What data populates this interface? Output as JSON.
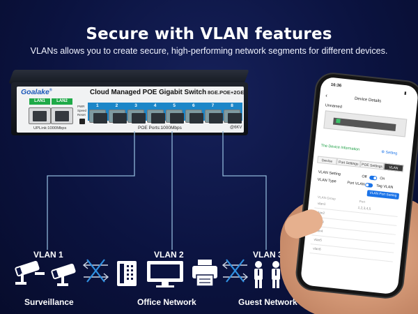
{
  "header": {
    "title": "Secure with VLAN features",
    "subtitle": "VLANs allows you to create secure, high-performing network segments for different devices."
  },
  "switch": {
    "brand": "Goalake",
    "brand_mark": "®",
    "model": "Cloud Managed POE Gigabit Switch",
    "model_code": "8GE.POE+2GE",
    "uplink_ports": [
      "LAN1",
      "LAN2"
    ],
    "uplink_label": "UPLink:1000Mbps",
    "poe_ports": [
      "1",
      "2",
      "3",
      "4",
      "5",
      "6",
      "7",
      "8"
    ],
    "poe_label": "POE Ports:1000Mbps",
    "poe_watt": "@6KV",
    "led_labels": [
      "PWR",
      "Speed",
      "Reset"
    ]
  },
  "vlans": [
    {
      "label": "VLAN 1",
      "group": "Surveillance",
      "icons": [
        "security-camera-icon",
        "security-camera-icon"
      ]
    },
    {
      "label": "VLAN 2",
      "group": "Office Network",
      "icons": [
        "desk-phone-icon",
        "computer-icon",
        "printer-icon"
      ]
    },
    {
      "label": "VLAN 3",
      "group": "Guest Network",
      "icons": [
        "person-icon",
        "person-icon"
      ]
    }
  ],
  "phone": {
    "time": "16:36",
    "page_title": "Device Details",
    "device_name": "Unnamed",
    "device_info_link": "The Device Information",
    "setting_link": "Setting",
    "tabs": [
      "Device",
      "Port Settings",
      "POE Settings",
      "VLAN"
    ],
    "active_tab": "VLAN",
    "vlan_setting_label": "VLAN Setting",
    "off_label": "Off",
    "on_label": "On",
    "vlan_type_label": "VLAN Type",
    "port_vlan_label": "Port VLAN",
    "tag_vlan_label": "Tag VLAN",
    "port_setting_button": "VLAN Port Setting",
    "table_headers": [
      "VLAN Group",
      "Port"
    ],
    "rows": [
      {
        "group": "vlan1",
        "port": "1,2,3,4,5"
      },
      {
        "group": "vlan2",
        "port": ""
      },
      {
        "group": "vlan3",
        "port": ""
      },
      {
        "group": "vlan4",
        "port": ""
      },
      {
        "group": "vlan5",
        "port": ""
      },
      {
        "group": "vlan6",
        "port": ""
      }
    ]
  },
  "colors": {
    "background": "#0b1340",
    "poe_blue": "#1c86c8",
    "lan_green": "#1faa48",
    "line_blue": "#8fb6d8",
    "blocked_cross": "#2f8fe0"
  }
}
